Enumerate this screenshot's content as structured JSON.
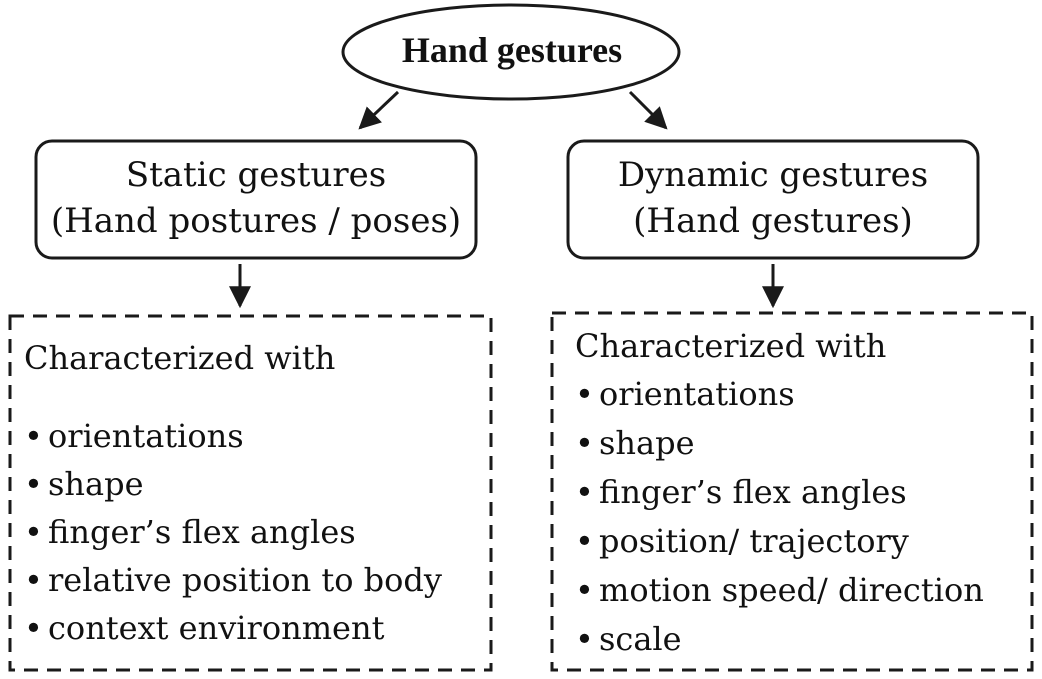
{
  "root": {
    "label": "Hand gestures"
  },
  "static": {
    "title_line1": "Static gestures",
    "title_line2": "(Hand postures / poses)",
    "heading": "Characterized with",
    "features": [
      "orientations",
      "shape",
      "finger’s flex angles",
      "relative position to body",
      "context environment"
    ]
  },
  "dynamic": {
    "title_line1": "Dynamic gestures",
    "title_line2": "(Hand gestures)",
    "heading": "Characterized with",
    "features": [
      "orientations",
      "shape",
      "finger’s flex angles",
      "position/ trajectory",
      "motion speed/ direction",
      "scale"
    ]
  },
  "bullet_symbol": "•",
  "colors": {
    "line": "#1a1a1a",
    "background": "#ffffff",
    "text": "#111111"
  }
}
